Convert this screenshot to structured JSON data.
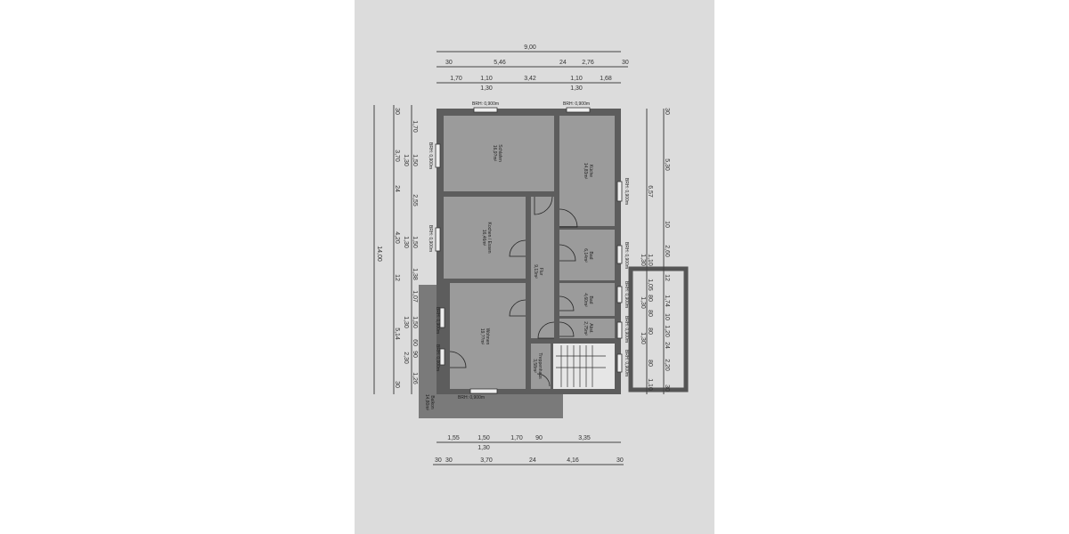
{
  "plan": {
    "dims_top": {
      "overall": "9,00",
      "row2": [
        "30",
        "5,46",
        "24",
        "2,76",
        "30"
      ],
      "row3": [
        "1,70",
        "1,10",
        "1,30",
        "3,42",
        "1,10",
        "1,30",
        "1,68"
      ]
    },
    "dims_left": {
      "overall": "14,00",
      "row2": [
        "30",
        "3,70",
        "24",
        "4,20",
        "12",
        "5,14",
        "30"
      ],
      "row3": [
        "1,70",
        "1,50",
        "1,30",
        "2,55",
        "1,50",
        "1,30",
        "1,38",
        "1,07",
        "1,50",
        "1,30",
        "60",
        "90",
        "2,30",
        "1,26"
      ]
    },
    "dims_right": {
      "row1": [
        "6,57",
        "1,10",
        "1,30",
        "1,05",
        "80",
        "1,30",
        "80",
        "80",
        "1,30",
        "80",
        "1,10"
      ],
      "row2": [
        "30",
        "5,30",
        "10",
        "2,60",
        "12",
        "1,74",
        "10",
        "1,20",
        "24",
        "2,20",
        "30"
      ]
    },
    "dims_bottom": {
      "row1": [
        "1,55",
        "1,50",
        "1,30",
        "1,70",
        "90",
        "3,35"
      ],
      "row2": [
        "30",
        "30",
        "3,70",
        "24",
        "4,16",
        "30"
      ]
    },
    "window_labels": [
      "BRH: 0,900m",
      "BRH: 0,900m",
      "BRH: 0,900m",
      "BRH: 0,900m",
      "BRH: 0,900m",
      "BRH: 0,900m",
      "BRH: 0,900m",
      "BRH: 0,900m",
      "BRH: 0,900m",
      "BRH: 0,900m",
      "BRH: 0,000m",
      "BRH: 0,900m"
    ],
    "rooms": [
      {
        "name": "Schlafen",
        "area": "16,9?m²"
      },
      {
        "name": "Küche",
        "area": "14,83m²"
      },
      {
        "name": "Kochen / Essen",
        "area": "16,46m²"
      },
      {
        "name": "Flur",
        "area": "9,13m²"
      },
      {
        "name": "Bad",
        "area": "6,14m²"
      },
      {
        "name": "Bad",
        "area": "4,60m²"
      },
      {
        "name": "Abst.",
        "area": "2,75m²"
      },
      {
        "name": "Wohnen",
        "area": "19,??m²"
      },
      {
        "name": "Treppenhaus",
        "area": "3,58m²"
      },
      {
        "name": "Balkon",
        "area": "14,80m²"
      }
    ]
  }
}
